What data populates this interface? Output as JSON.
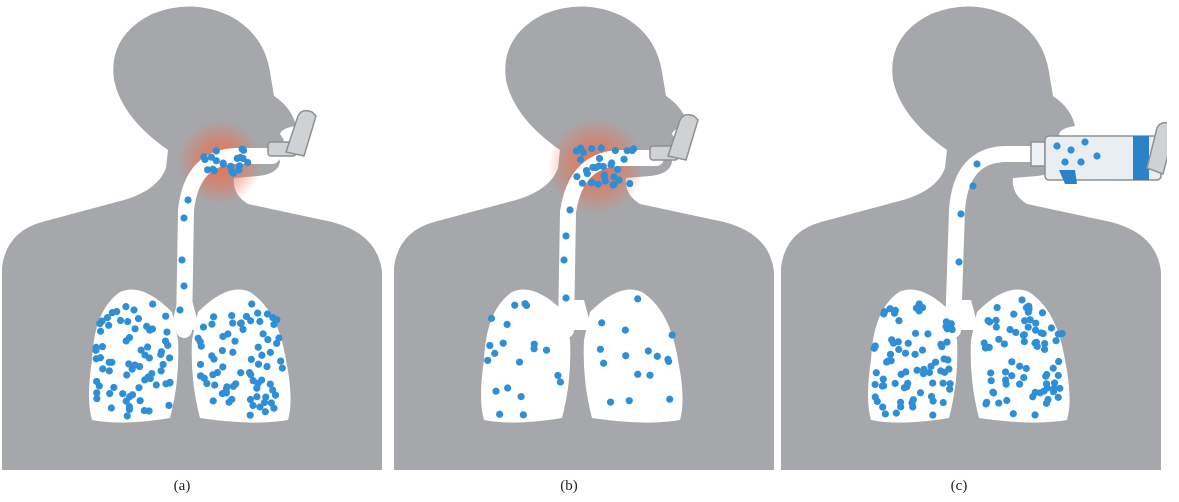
{
  "figure": {
    "panels": [
      {
        "id": "a",
        "caption": "(a)",
        "device": "pressurized-metered-dose-inhaler",
        "throat_deposition": "high",
        "lung_particle_density": "high"
      },
      {
        "id": "b",
        "caption": "(b)",
        "device": "pressurized-metered-dose-inhaler",
        "throat_deposition": "very-high",
        "lung_particle_density": "low"
      },
      {
        "id": "c",
        "caption": "(c)",
        "device": "inhaler-with-spacer",
        "throat_deposition": "none",
        "lung_particle_density": "high"
      }
    ],
    "colors": {
      "body": "#a6a7aa",
      "airway": "#ffffff",
      "particle": "#2f8fd6",
      "irritation": "#ef6c4a",
      "inhaler": "#cfd1d3",
      "spacer_band": "#2a82c8"
    }
  }
}
